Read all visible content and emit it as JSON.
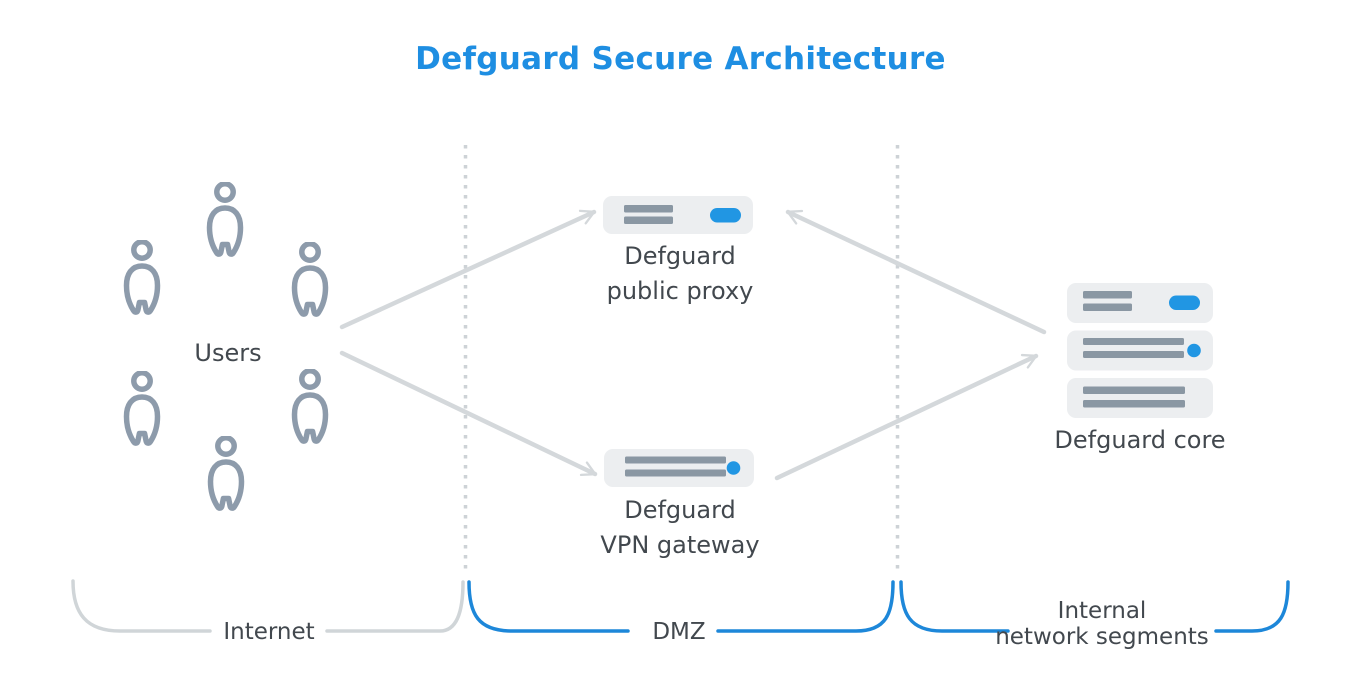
{
  "title": "Defguard Secure Architecture",
  "users": {
    "label": "Users",
    "count": 6,
    "icon": "user-icon"
  },
  "nodes": [
    {
      "id": "public-proxy",
      "label_line1": "Defguard",
      "label_line2": "public proxy",
      "icon": "server-icon"
    },
    {
      "id": "vpn-gateway",
      "label_line1": "Defguard",
      "label_line2": "VPN gateway",
      "icon": "server-icon"
    },
    {
      "id": "core",
      "label": "Defguard core",
      "icon": "server-stack-icon"
    }
  ],
  "zones": [
    {
      "id": "internet",
      "label": "Internet",
      "bracket_color": "#d0d5d8"
    },
    {
      "id": "dmz",
      "label": "DMZ",
      "bracket_color": "#1d87d9"
    },
    {
      "id": "internal",
      "label_line1": "Internal",
      "label_line2": "network segments",
      "bracket_color": "#1d87d9"
    }
  ],
  "edges": [
    {
      "from": "users",
      "to": "public-proxy"
    },
    {
      "from": "users",
      "to": "vpn-gateway"
    },
    {
      "from": "vpn-gateway",
      "to": "core"
    },
    {
      "from": "core",
      "to": "public-proxy"
    }
  ],
  "colors": {
    "title_blue": "#1e8ee2",
    "accent_blue": "#2196e3",
    "bracket_blue": "#1d87d9",
    "line_gray": "#d4d8db",
    "divider_gray": "#cdd2d6",
    "user_icon_gray": "#8d9bab",
    "server_bar_gray": "#8a97a3",
    "server_panel_gray": "#eceef0",
    "text_dark": "#42484e"
  }
}
